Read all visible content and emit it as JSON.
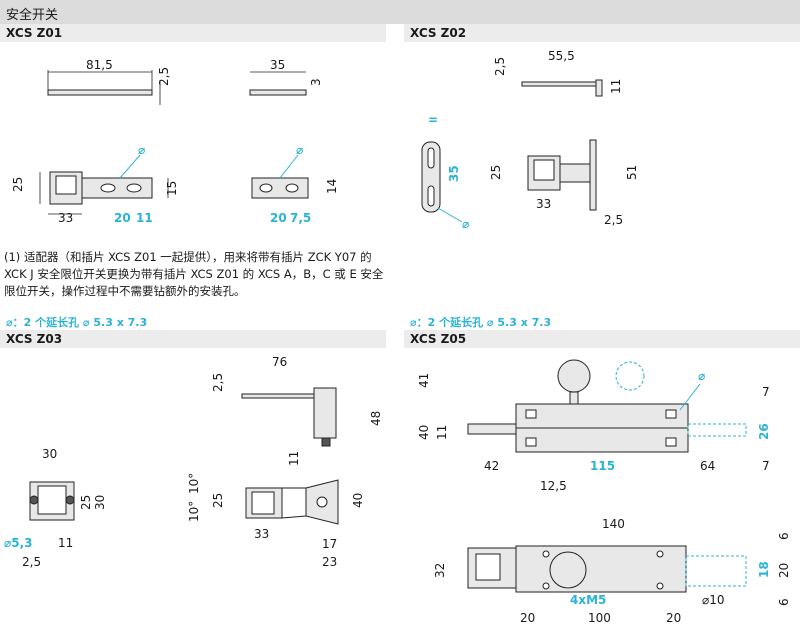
{
  "header": {
    "title": "安全开关"
  },
  "panels": {
    "z01": {
      "title": "XCS Z01"
    },
    "z02": {
      "title": "XCS Z02"
    },
    "z03": {
      "title": "XCS Z03"
    },
    "z05": {
      "title": "XCS Z05"
    }
  },
  "note": "(1) 适配器（和插片 XCS Z01 一起提供），用来将带有插片 ZCK Y07 的 XCK J 安全限位开关更换为带有插片 XCS Z01 的 XCS A，B，C 或 E 安全限位开关，操作过程中不需要钻额外的安装孔。",
  "hole_note": "⌀：2 个延长孔 ⌀ 5.3 x 7.3",
  "dims": {
    "z01": {
      "len": "81,5",
      "thick": "2,5",
      "height": "25",
      "base": "33",
      "d20": "20",
      "d11": "11",
      "d15": "15",
      "dia": "⌀",
      "len2": "35",
      "thick2": "3",
      "h14": "14",
      "d20b": "20",
      "d75": "7,5",
      "dia2": "⌀"
    },
    "z02": {
      "len": "55,5",
      "thick": "2,5",
      "h11": "11",
      "h25": "25",
      "h51": "51",
      "base": "33",
      "d25": "2,5",
      "eq": "=",
      "d35": "35",
      "dia": "⌀"
    },
    "z03": {
      "len": "76",
      "thick": "2,5",
      "h48": "48",
      "h11": "11",
      "w30": "30",
      "h25": "25",
      "h30": "30",
      "d53": "⌀5,3",
      "d11": "11",
      "d25": "2,5",
      "a10": "10°",
      "a10b": "10°",
      "h25b": "25",
      "w33": "33",
      "h40": "40",
      "w17": "17",
      "w23": "23"
    },
    "z05": {
      "h41": "41",
      "dia": "⌀",
      "h7": "7",
      "h40": "40",
      "h11": "11",
      "h26": "26",
      "w42": "42",
      "w115": "115",
      "w64": "64",
      "w125": "12,5",
      "h7b": "7",
      "w140": "140",
      "h32": "32",
      "h6": "6",
      "h18": "18",
      "h20": "20",
      "h6b": "6",
      "m5": "4xM5",
      "d10": "⌀10",
      "w20a": "20",
      "w100": "100",
      "w20b": "20"
    }
  }
}
